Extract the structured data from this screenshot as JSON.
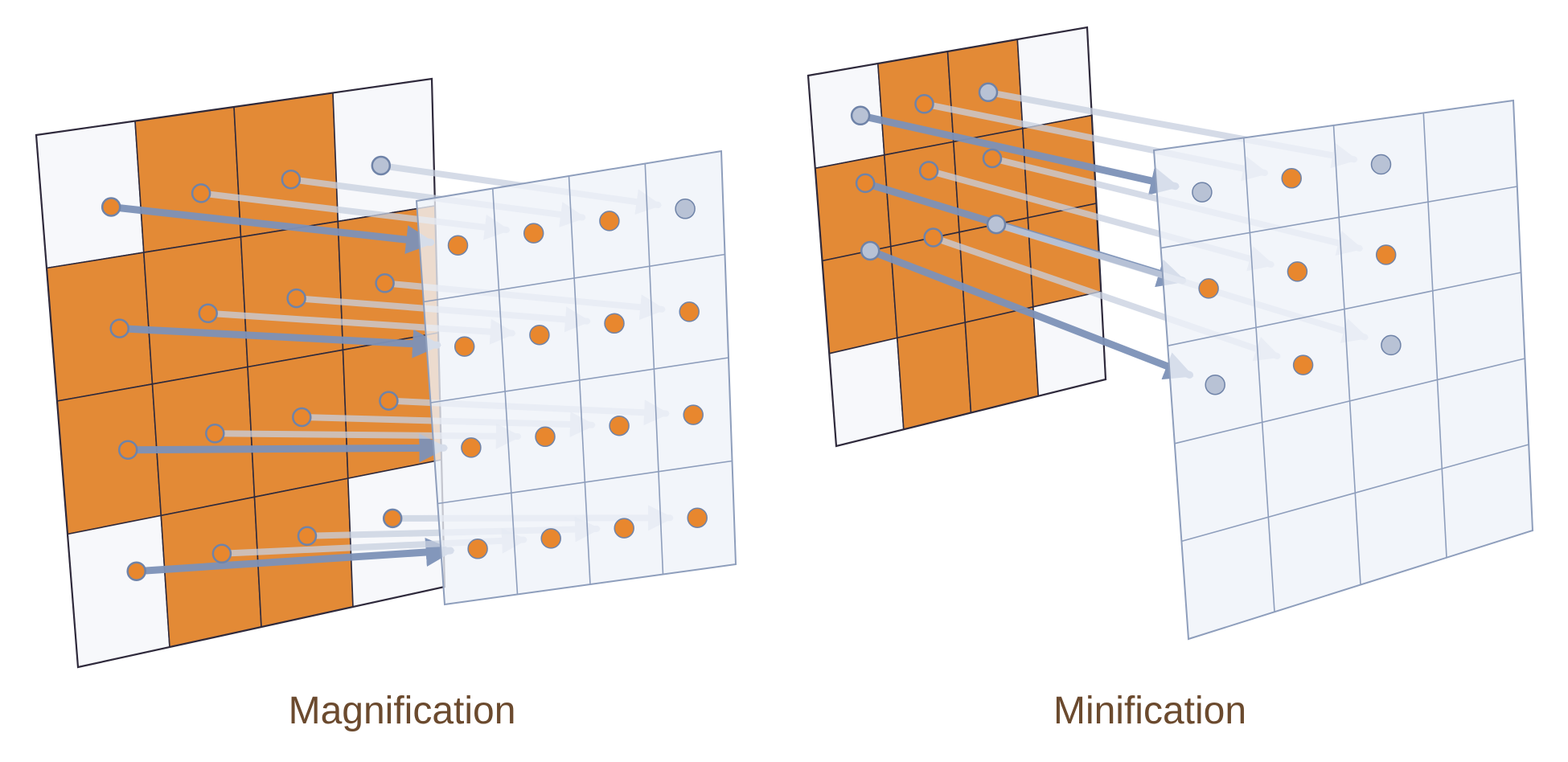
{
  "colors": {
    "texel_orange": "#E38A36",
    "texel_white": "#F7F8FB",
    "grid_line": "#2F2A3C",
    "pixel_fill": "#EEF2F8",
    "pixel_line": "#8E9EBC",
    "arrow": "#7D92B8",
    "sample_gray": "#B8C2D5",
    "sample_orange": "#E8872E",
    "caption": "#6B4A2E"
  },
  "panels": [
    {
      "name": "magnification",
      "caption": "Magnification",
      "texture": {
        "rows": 4,
        "cols": 4,
        "cells": [
          [
            "white",
            "orange",
            "orange",
            "white"
          ],
          [
            "orange",
            "orange",
            "orange",
            "orange"
          ],
          [
            "orange",
            "orange",
            "orange",
            "orange"
          ],
          [
            "white",
            "orange",
            "orange",
            "white"
          ]
        ]
      },
      "pixels": {
        "rows": 4,
        "cols": 4,
        "samples": [
          [
            "orange",
            "orange",
            "orange",
            "gray"
          ],
          [
            "orange",
            "orange",
            "orange",
            "orange"
          ],
          [
            "orange",
            "orange",
            "orange",
            "orange"
          ],
          [
            "orange",
            "orange",
            "orange",
            "orange"
          ]
        ]
      }
    },
    {
      "name": "minification",
      "caption": "Minification",
      "texture": {
        "rows": 4,
        "cols": 4,
        "cells": [
          [
            "white",
            "orange",
            "orange",
            "white"
          ],
          [
            "orange",
            "orange",
            "orange",
            "orange"
          ],
          [
            "orange",
            "orange",
            "orange",
            "orange"
          ],
          [
            "white",
            "orange",
            "orange",
            "white"
          ]
        ]
      },
      "pixels": {
        "rows": 5,
        "cols": 4,
        "samples": [
          [
            "gray",
            "orange",
            "gray",
            null
          ],
          [
            "orange",
            "orange",
            "orange",
            null
          ],
          [
            "gray",
            "orange",
            "gray",
            null
          ],
          [
            null,
            null,
            null,
            null
          ],
          [
            null,
            null,
            null,
            null
          ]
        ]
      }
    }
  ]
}
